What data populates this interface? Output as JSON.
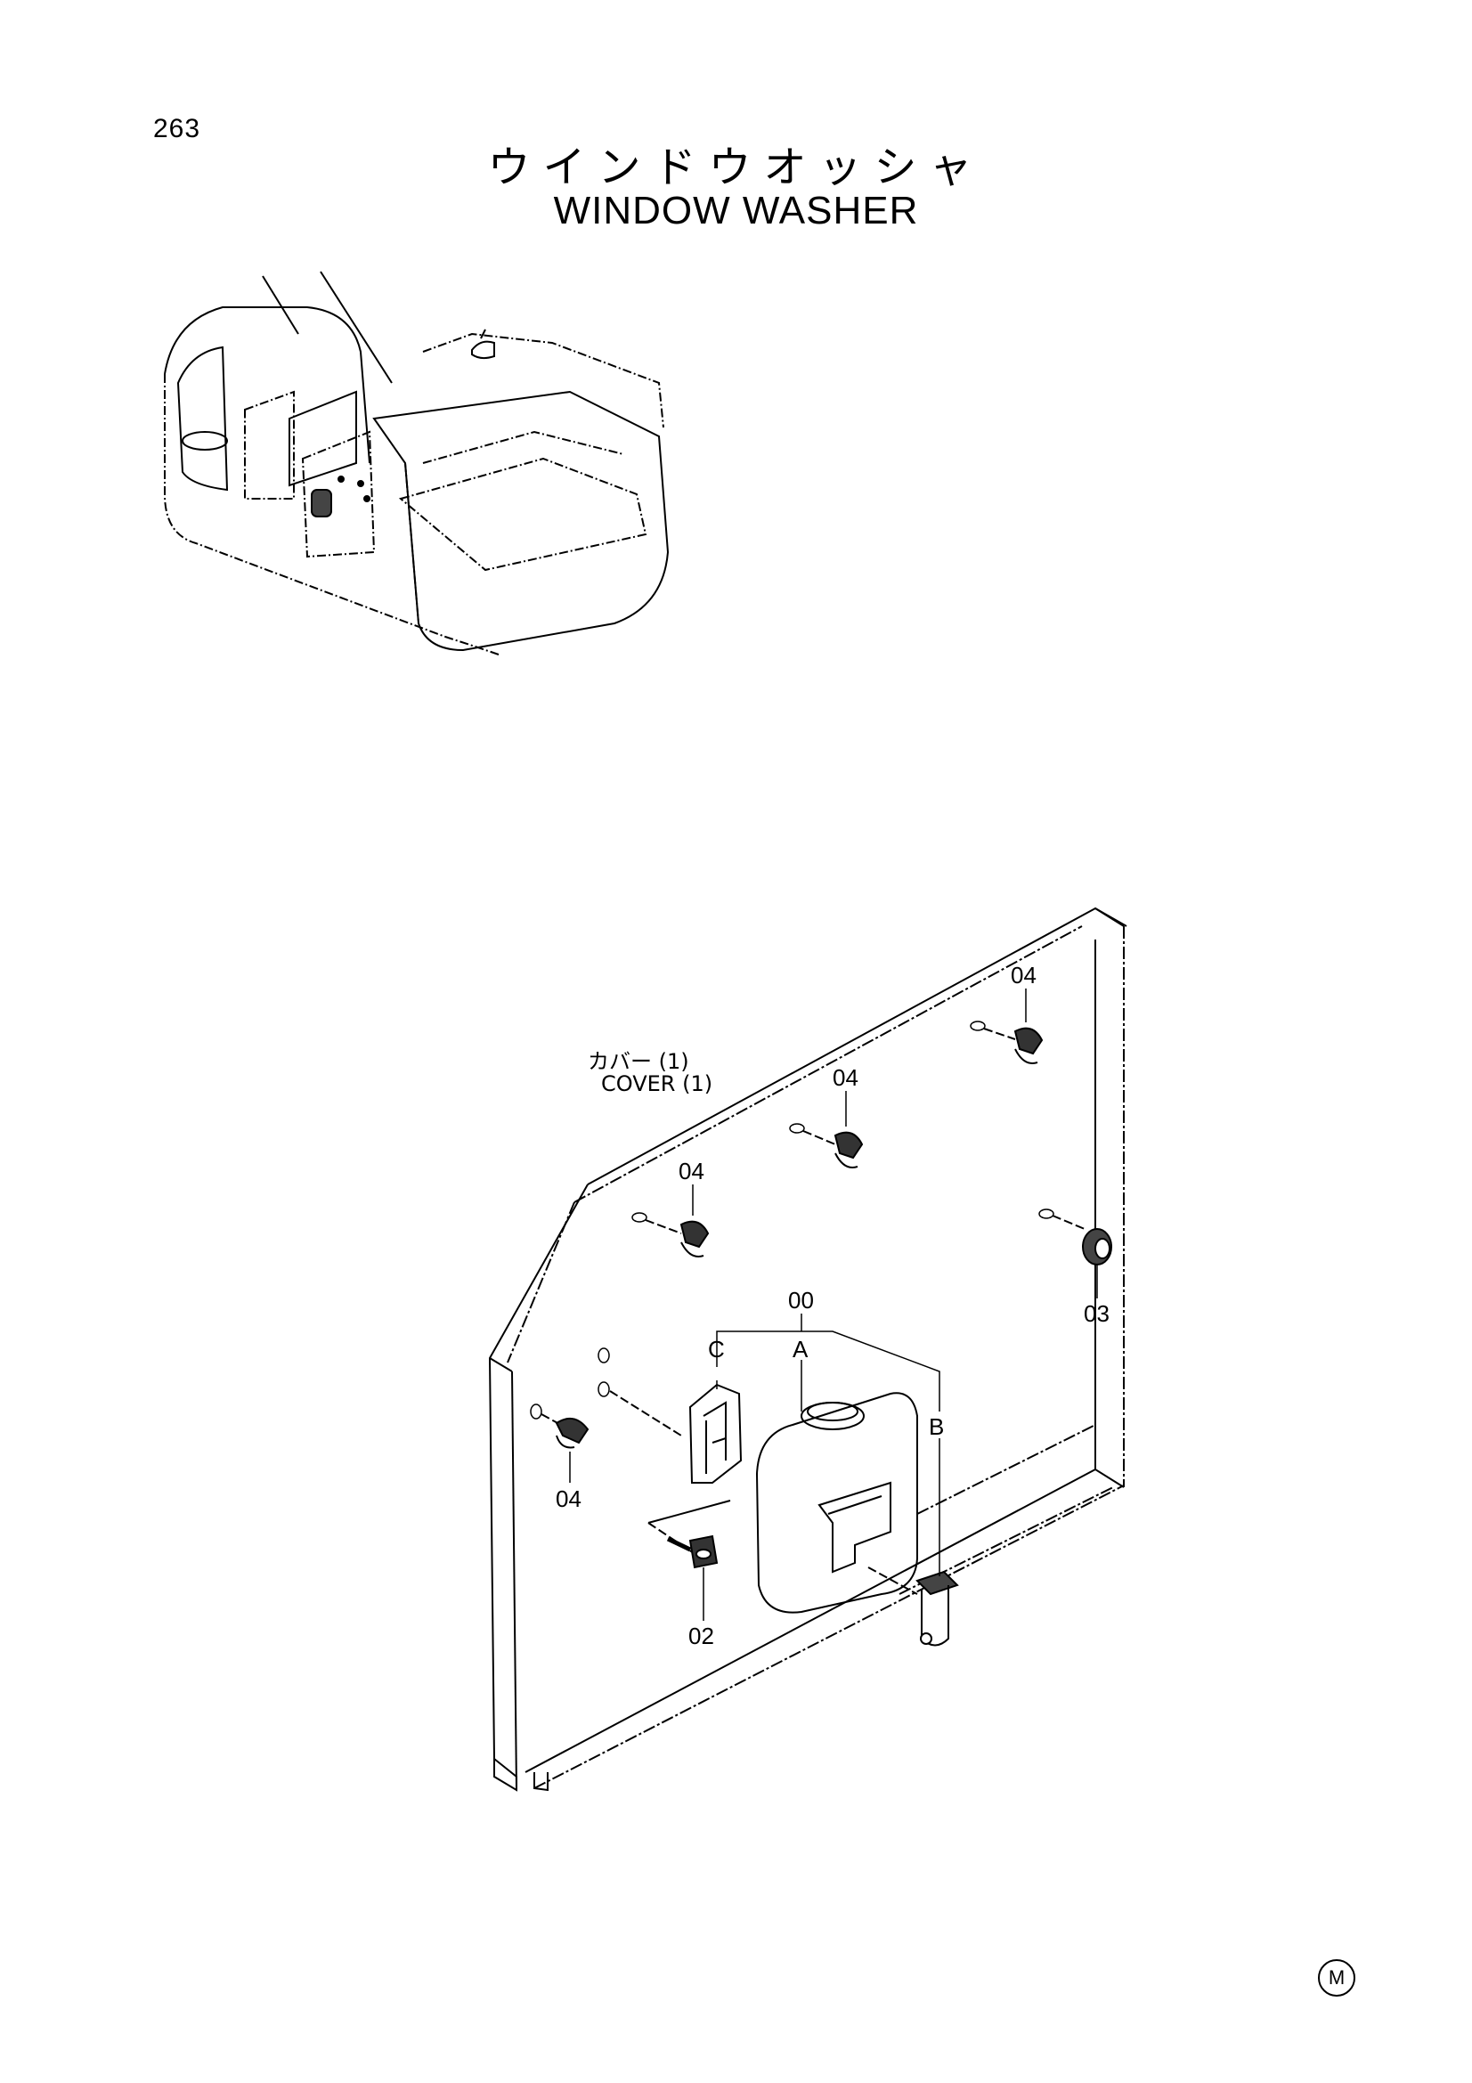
{
  "page_number": "263",
  "title_jp": "ウインドウオッシャ",
  "title_en": "WINDOW WASHER",
  "cover_label_jp": "カバー (1)",
  "cover_label_en": "COVER (1)",
  "callouts": {
    "c04_top_right": "04",
    "c04_mid": "04",
    "c04_left": "04",
    "c04_bottom_left": "04",
    "c03": "03",
    "c00": "00",
    "cA": "A",
    "cB": "B",
    "cC": "C",
    "c02": "02"
  },
  "mark": "M"
}
